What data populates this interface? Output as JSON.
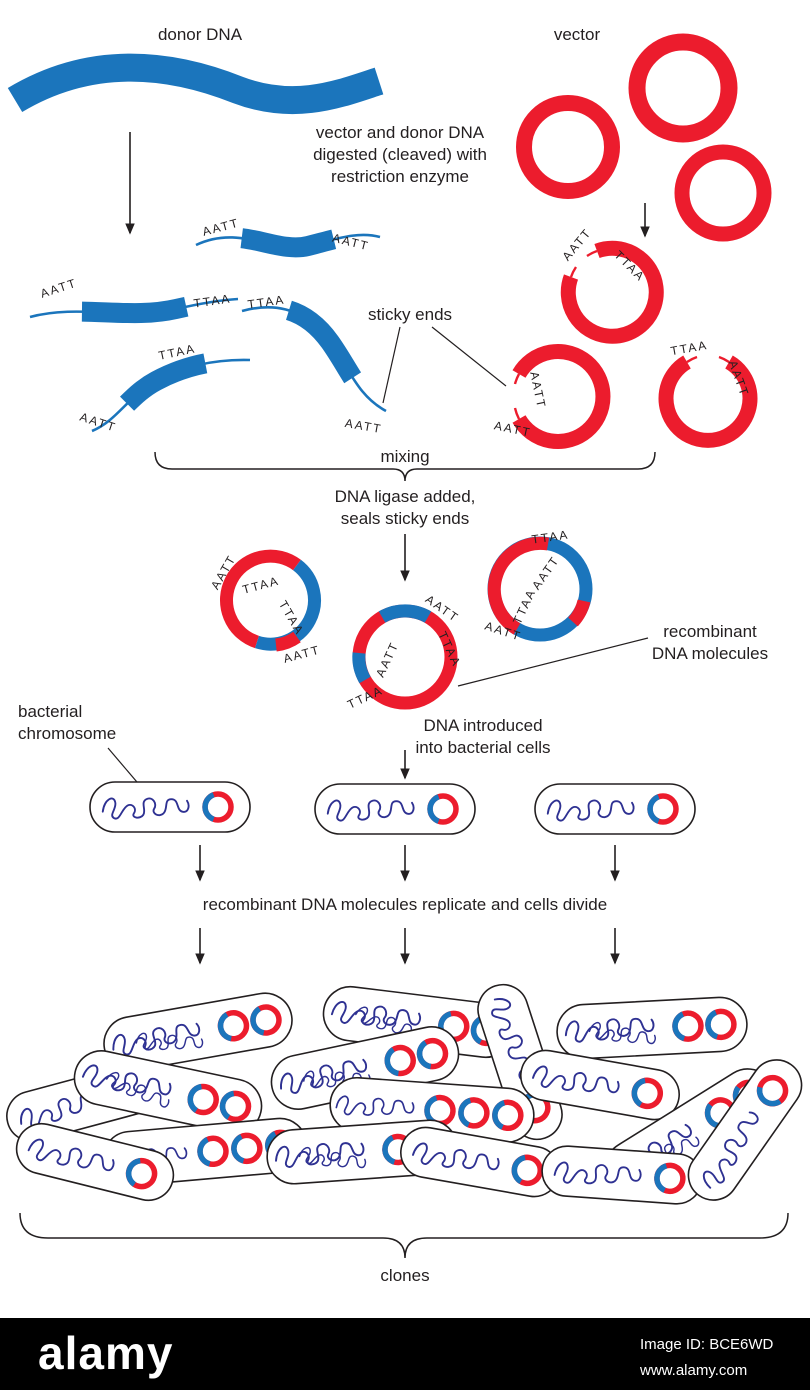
{
  "diagram": {
    "donor_label": "donor DNA",
    "vector_label": "vector",
    "digestion": [
      "vector and donor DNA",
      "digested (cleaved) with",
      "restriction enzyme"
    ],
    "sticky_ends": "sticky ends",
    "mixing": "mixing",
    "ligase": [
      "DNA ligase added,",
      "seals sticky ends"
    ],
    "recombinant": [
      "recombinant",
      "DNA molecules"
    ],
    "chromosome": [
      "bacterial",
      "chromosome"
    ],
    "introduced": [
      "DNA introduced",
      "into bacterial cells"
    ],
    "replicate": "recombinant DNA molecules replicate and cells divide",
    "clones": "clones"
  },
  "seq": {
    "aatt": "AATT",
    "ttaa": "TTAA"
  },
  "footer": {
    "brand": "alamy",
    "image_id": "Image ID: BCE6WD",
    "url": "www.alamy.com"
  },
  "colors": {
    "dna_blue": "#1b75bc",
    "vector_red": "#ec1c2d",
    "chromosome_navy": "#2e3192",
    "text": "#231f20",
    "footer_bg": "#000000"
  }
}
